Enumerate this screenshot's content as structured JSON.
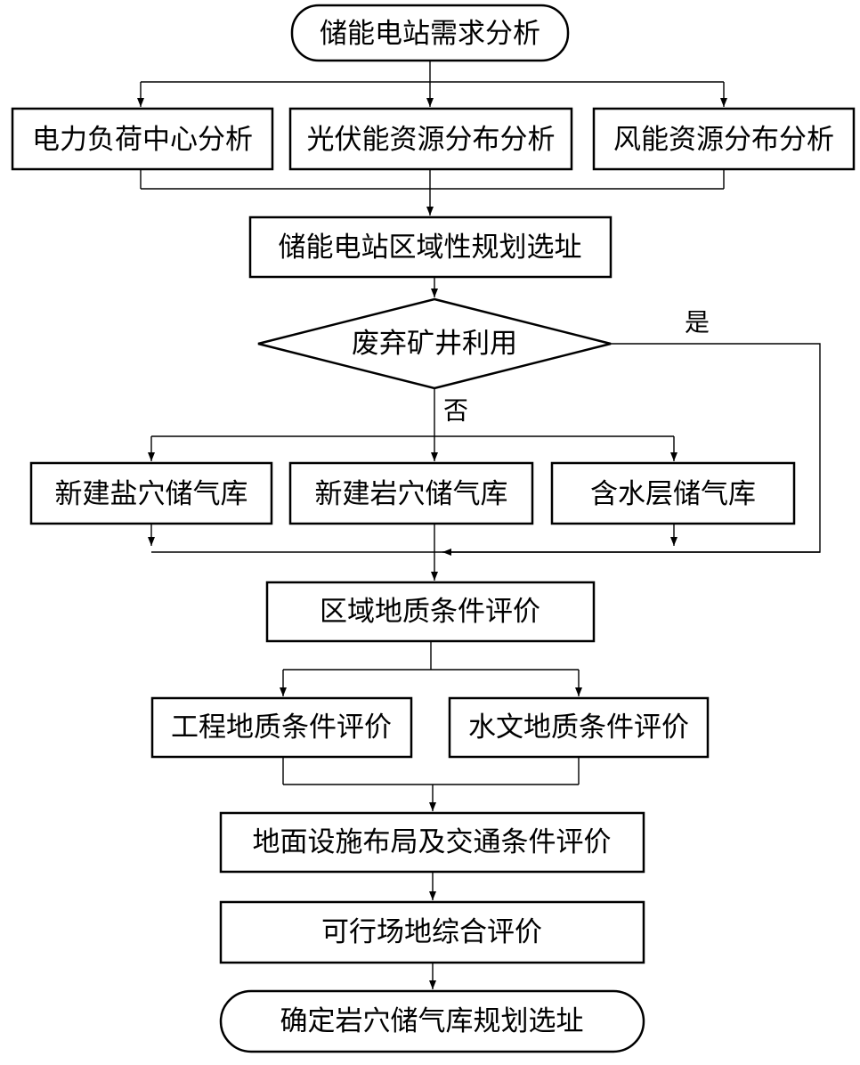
{
  "nodes": {
    "demand": "储能电站需求分析",
    "load_center": "电力负荷中心分析",
    "pv_resource": "光伏能资源分布分析",
    "wind_resource": "风能资源分布分析",
    "regional_siting": "储能电站区域性规划选址",
    "abandoned_mine": "废弃矿井利用",
    "salt_cavern": "新建盐穴储气库",
    "rock_cavern": "新建岩穴储气库",
    "aquifer": "含水层储气库",
    "regional_geology": "区域地质条件评价",
    "engineering_geology": "工程地质条件评价",
    "hydro_geology": "水文地质条件评价",
    "ground_facilities": "地面设施布局及交通条件评价",
    "site_evaluation": "可行场地综合评价",
    "final_siting": "确定岩穴储气库规划选址"
  },
  "labels": {
    "yes": "是",
    "no": "否"
  }
}
